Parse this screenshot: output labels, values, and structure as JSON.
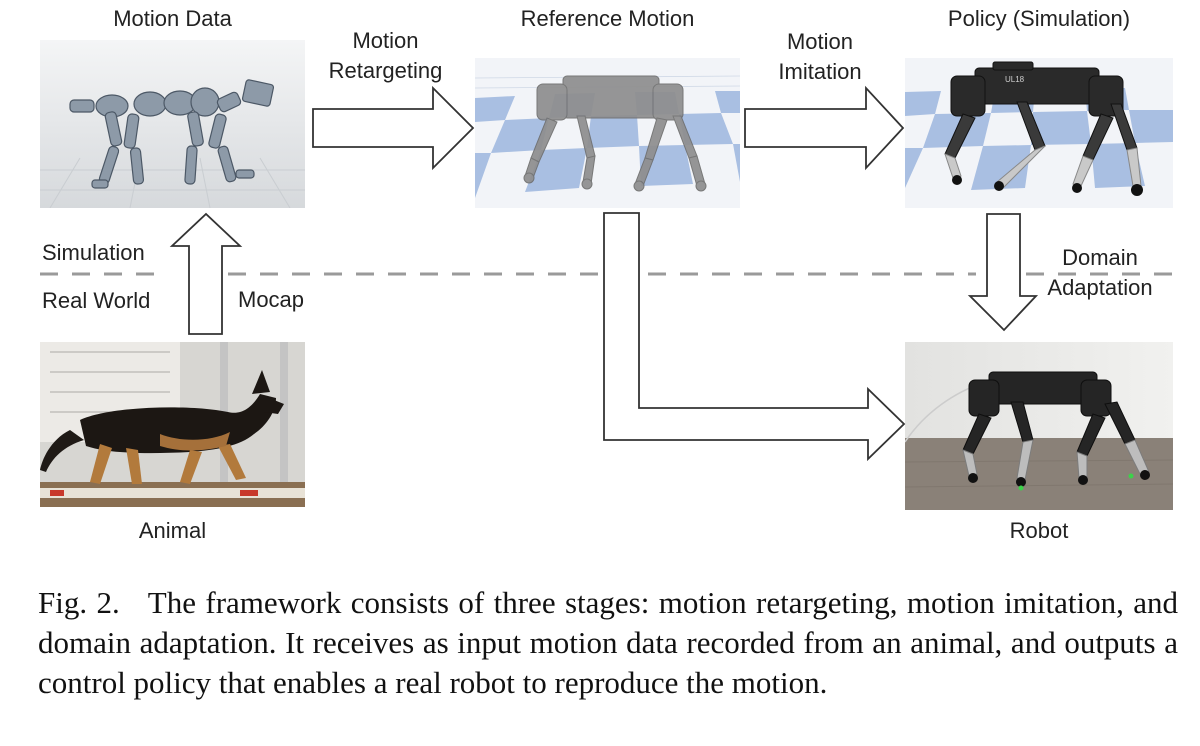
{
  "labels": {
    "motion_data": "Motion Data",
    "motion_retargeting": [
      "Motion",
      "Retargeting"
    ],
    "reference_motion": "Reference Motion",
    "motion_imitation": [
      "Motion",
      "Imitation"
    ],
    "policy_simulation": "Policy (Simulation)",
    "simulation": "Simulation",
    "real_world": "Real World",
    "mocap": "Mocap",
    "domain_adaptation": [
      "Domain",
      "Adaptation"
    ],
    "animal": "Animal",
    "robot": "Robot"
  },
  "caption": {
    "figure": "Fig. 2.",
    "text": "The framework consists of three stages: motion retargeting, motion imitation, and domain adaptation. It receives as input motion data recorded from an animal, and outputs a control policy that enables a real robot to reproduce the motion."
  },
  "colors": {
    "arrow_stroke": "#333333",
    "divider": "#9a9a9a",
    "checker_blue": "#9fb7dc",
    "checker_light": "#e9eef7",
    "robot_dark": "#222222",
    "robot_grey": "#9a9a9a"
  }
}
